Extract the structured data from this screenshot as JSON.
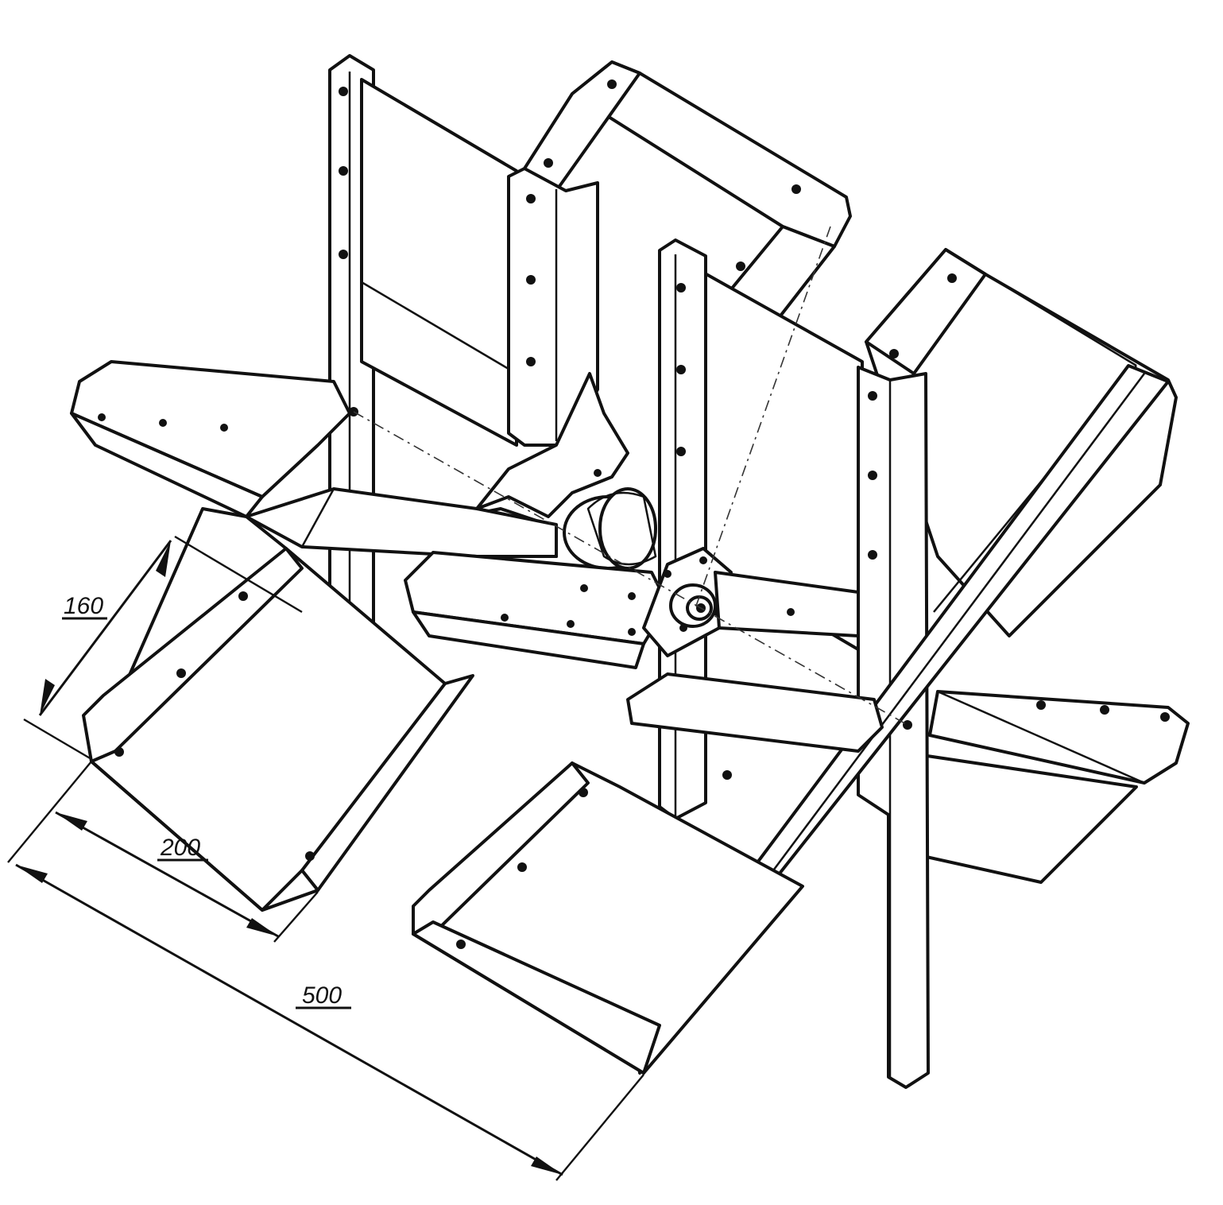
{
  "dimensions": {
    "height_label": "160",
    "width_label": "200",
    "length_label": "500"
  },
  "colors": {
    "ink": "#111111",
    "paper": "#ffffff"
  }
}
